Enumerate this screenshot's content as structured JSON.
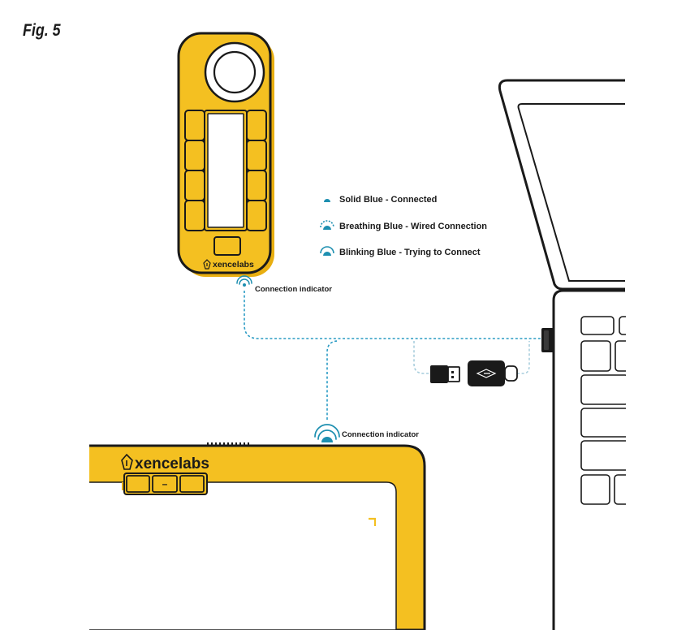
{
  "figure_label": "Fig. 5",
  "legend": [
    {
      "label": "Solid Blue - Connected",
      "icon": "solid-dot-icon"
    },
    {
      "label": "Breathing Blue - Wired Connection",
      "icon": "breathing-signal-icon"
    },
    {
      "label": "Blinking Blue - Trying to Connect",
      "icon": "blinking-signal-icon"
    }
  ],
  "remote": {
    "connection_label": "Connection indicator",
    "brand": "xencelabs"
  },
  "tablet": {
    "connection_label": "Connection indicator",
    "brand": "xencelabs",
    "middle_key_label": "–"
  },
  "colors": {
    "device_yellow": "#F4C021",
    "device_shadow": "#E8AE10",
    "outline": "#1a1a1a",
    "indicator_blue": "#1D8FB0",
    "cable_blue": "#2A9BC4",
    "adapter_cable": "#A9CEDD"
  }
}
